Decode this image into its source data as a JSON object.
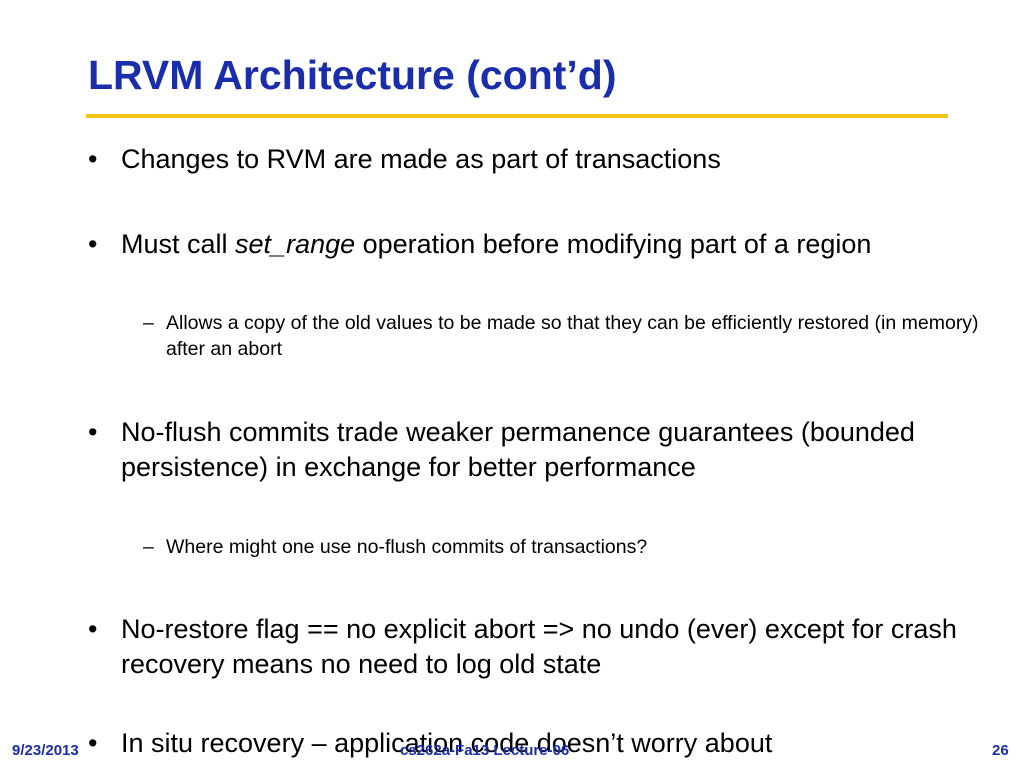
{
  "slide": {
    "title": "LRVM Architecture (cont’d)",
    "bullet_mark": "•",
    "sub_mark": "–",
    "bullets": [
      {
        "text": "Changes to RVM are made as part of transactions"
      },
      {
        "text_before": "Must call ",
        "text_italic": "set_range",
        "text_after": " operation before modifying part of a region",
        "subs": [
          "Allows a copy of the old values to be made so that they can be efficiently restored (in memory) after an abort"
        ]
      },
      {
        "text": "No-flush commits trade weaker permanence guarantees (bounded persistence) in exchange for better performance",
        "subs": [
          "Where might one use no-flush commits of transactions?"
        ]
      },
      {
        "text": "No-restore flag == no explicit abort => no undo (ever) except for crash recovery means no need to log old state"
      },
      {
        "text": "In situ recovery – application code doesn’t worry about"
      }
    ],
    "footer": {
      "date": "9/23/2013",
      "center": "cs262a-Fa13 Lecture-06",
      "page": "26"
    },
    "colors": {
      "title": "#1a2dab",
      "rule": "#f2c413",
      "footer": "#1a2dab"
    }
  }
}
